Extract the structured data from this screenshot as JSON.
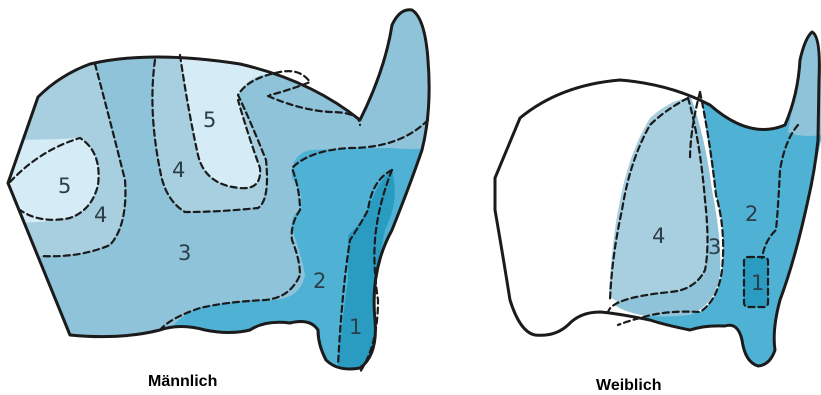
{
  "colors": {
    "zone1": "#2a9cc2",
    "zone2": "#4fb2d5",
    "zone3": "#8ec3d9",
    "zone4": "#a8cfdf",
    "zone5": "#d5ecf6",
    "background": "#ffffff",
    "outline": "#1b1b1b"
  },
  "male": {
    "caption": "Männlich",
    "zones": [
      "5",
      "4",
      "5",
      "4",
      "3",
      "2",
      "1"
    ]
  },
  "female": {
    "caption": "Weiblich",
    "zones": [
      "4",
      "3",
      "2",
      "1"
    ]
  }
}
